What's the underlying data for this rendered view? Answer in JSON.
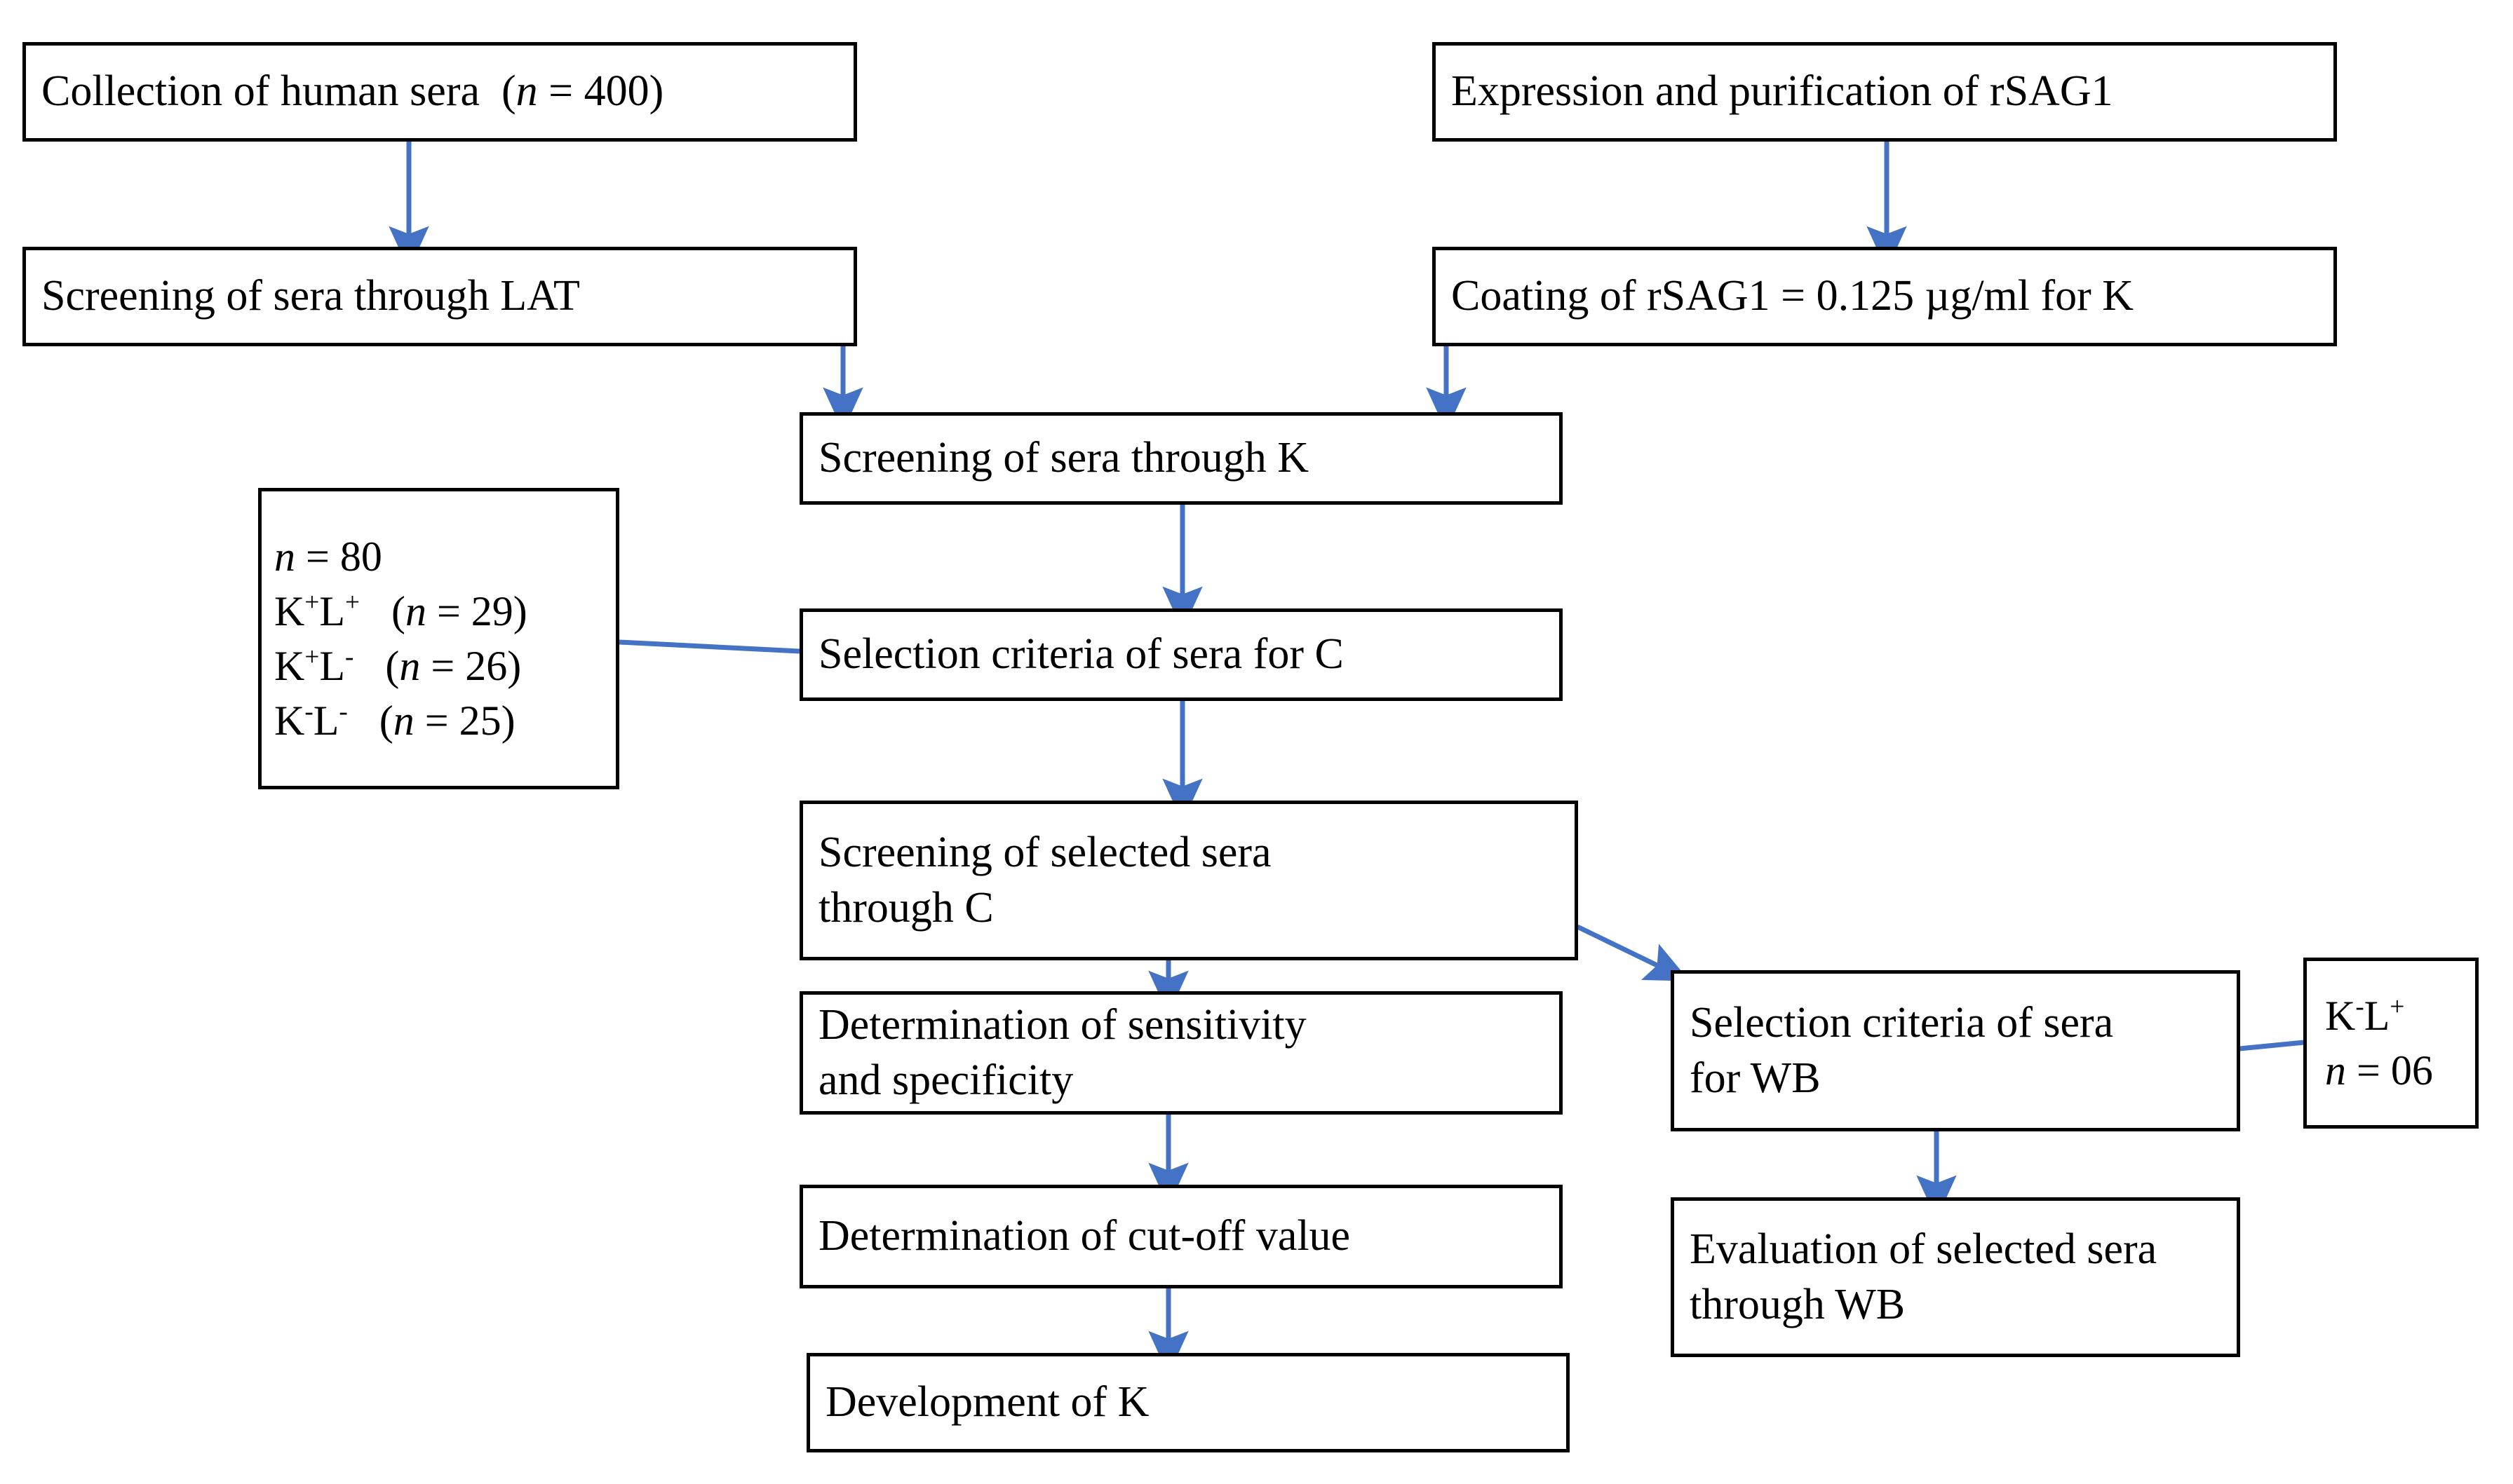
{
  "diagram": {
    "title": "Study workflow flowchart",
    "accent_color": "#4472C4",
    "border_color": "#000000",
    "background_color": "#FFFFFF",
    "type": "flowchart"
  },
  "nodes": {
    "collection_sera": {
      "label": "Collection of human sera  (n = 400)"
    },
    "screening_lat": {
      "label": "Screening of sera through LAT"
    },
    "expression_rsag1": {
      "label": "Expression and purification of rSAG1"
    },
    "coating_rsag1": {
      "label": "Coating of rSAG1 = 0.125 µg/ml for K"
    },
    "screening_k": {
      "label": "Screening of sera through K"
    },
    "selection_c": {
      "label": "Selection criteria of sera for C"
    },
    "screening_selected_c": {
      "label": "Screening of selected sera\nthrough C"
    },
    "determination_sens_spec": {
      "label": "Determination of sensitivity\nand specificity"
    },
    "determination_cutoff": {
      "label": "Determination of cut-off value"
    },
    "development_k": {
      "label": "Development of K"
    },
    "selection_wb": {
      "label": "Selection criteria of sera\nfor WB"
    },
    "evaluation_wb": {
      "label": "Evaluation of selected sera\nthrough WB"
    }
  },
  "notes": {
    "lat_breakdown": {
      "lines": [
        {
          "text": "n = 80",
          "italic_prefix": "n"
        },
        {
          "text": "K+L+   (n = 29)"
        },
        {
          "text": "K+L-   (n = 26)"
        },
        {
          "text": "K-L-   (n = 25)"
        }
      ],
      "total_label": "n = 80",
      "rows": [
        {
          "group": "K+L+",
          "count_label": "(n = 29)",
          "n": 29
        },
        {
          "group": "K+L-",
          "count_label": "(n = 26)",
          "n": 26
        },
        {
          "group": "K-L-",
          "count_label": "(n = 25)",
          "n": 25
        }
      ]
    },
    "wb_selection": {
      "group": "K-L+",
      "count_label": "n = 06",
      "n": 6
    }
  },
  "edges": [
    {
      "from": "collection_sera",
      "to": "screening_lat",
      "kind": "arrow"
    },
    {
      "from": "screening_lat",
      "to": "screening_k",
      "kind": "arrow"
    },
    {
      "from": "expression_rsag1",
      "to": "coating_rsag1",
      "kind": "arrow"
    },
    {
      "from": "coating_rsag1",
      "to": "screening_k",
      "kind": "arrow"
    },
    {
      "from": "screening_k",
      "to": "selection_c",
      "kind": "arrow"
    },
    {
      "from": "selection_c",
      "to": "screening_selected_c",
      "kind": "arrow"
    },
    {
      "from": "screening_selected_c",
      "to": "determination_sens_spec",
      "kind": "arrow"
    },
    {
      "from": "determination_sens_spec",
      "to": "determination_cutoff",
      "kind": "arrow"
    },
    {
      "from": "determination_cutoff",
      "to": "development_k",
      "kind": "arrow"
    },
    {
      "from": "screening_selected_c",
      "to": "selection_wb",
      "kind": "arrow-diagonal"
    },
    {
      "from": "selection_wb",
      "to": "evaluation_wb",
      "kind": "arrow"
    },
    {
      "from": "lat_breakdown",
      "to": "selection_c",
      "kind": "connector"
    },
    {
      "from": "wb_selection",
      "to": "selection_wb",
      "kind": "connector"
    }
  ]
}
